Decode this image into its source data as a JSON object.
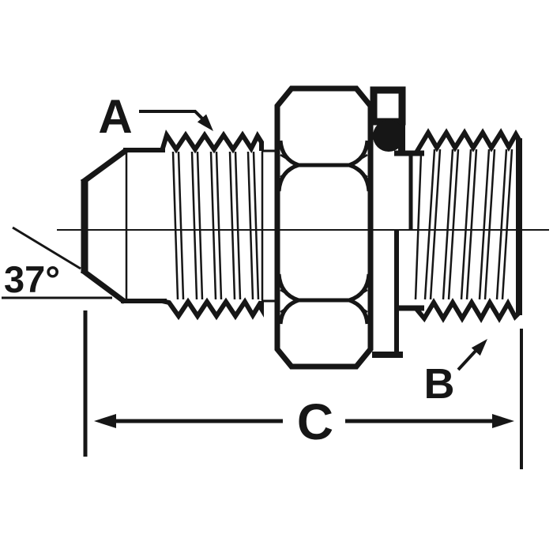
{
  "diagram": {
    "kind": "fitting-cross-section-drawing",
    "callouts": {
      "a_label": "A",
      "b_label": "B",
      "c_label": "C",
      "flare_angle_label": "37°"
    },
    "colors": {
      "ink": "#161616",
      "paper": "#ffffff"
    }
  }
}
